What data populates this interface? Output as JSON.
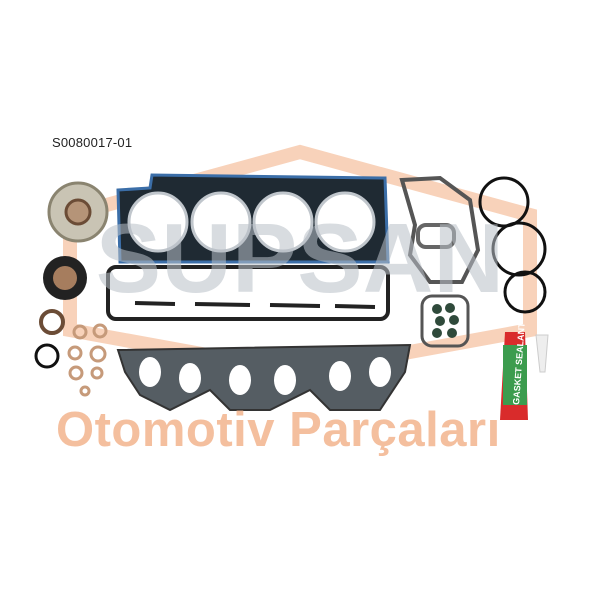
{
  "product": {
    "code": "S0080017-01",
    "tube_label": "GASKET SEALANT"
  },
  "watermark": {
    "brand": "SUPSAN",
    "tagline": "Otomotiv Parçaları",
    "color": "#f3b48e"
  }
}
